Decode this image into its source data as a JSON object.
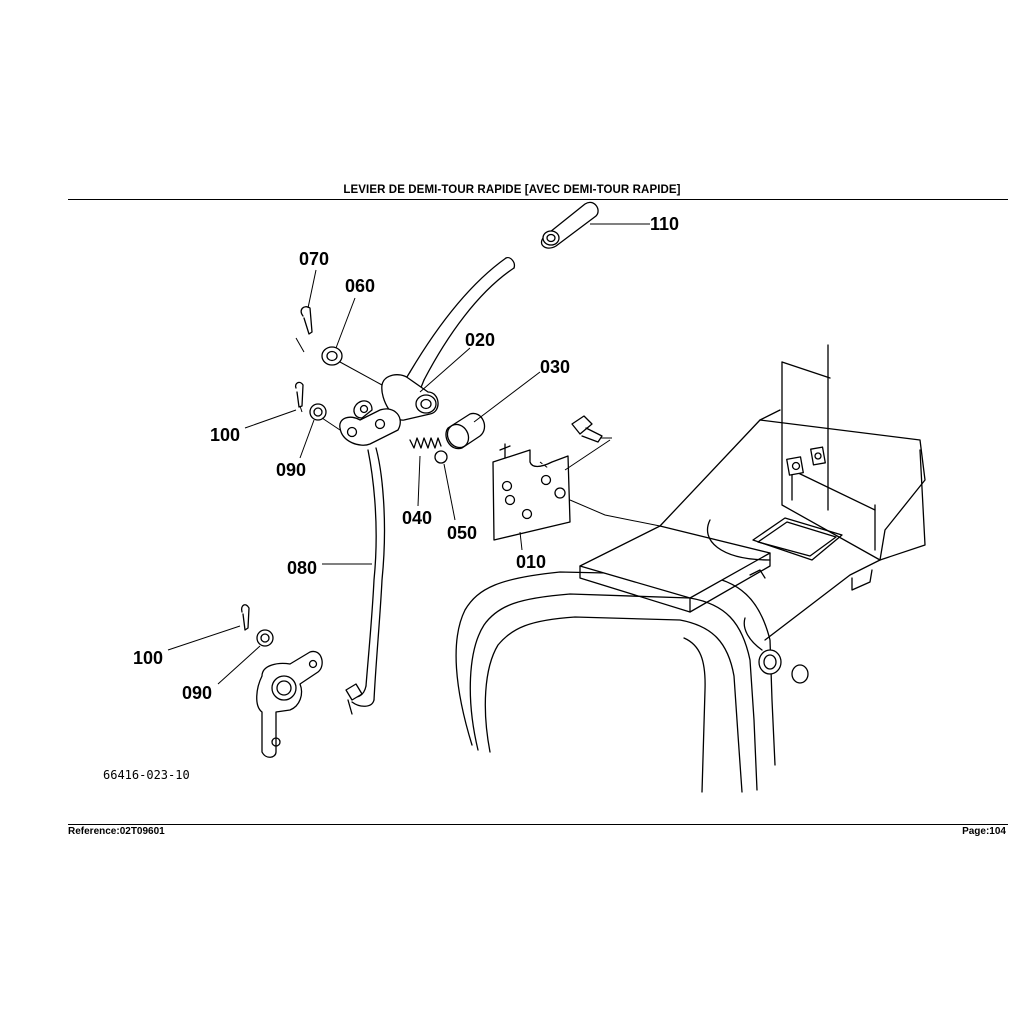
{
  "header": {
    "title": "LEVIER DE DEMI-TOUR RAPIDE   [AVEC DEMI-TOUR RAPIDE]"
  },
  "diagram": {
    "figure_code": "66416-023-10",
    "parts": [
      {
        "id": "p110",
        "label": "110"
      },
      {
        "id": "p070",
        "label": "070"
      },
      {
        "id": "p060",
        "label": "060"
      },
      {
        "id": "p020",
        "label": "020"
      },
      {
        "id": "p030",
        "label": "030"
      },
      {
        "id": "p100a",
        "label": "100"
      },
      {
        "id": "p090a",
        "label": "090"
      },
      {
        "id": "p040",
        "label": "040"
      },
      {
        "id": "p050",
        "label": "050"
      },
      {
        "id": "p010",
        "label": "010"
      },
      {
        "id": "p080",
        "label": "080"
      },
      {
        "id": "p100b",
        "label": "100"
      },
      {
        "id": "p090b",
        "label": "090"
      }
    ]
  },
  "footer": {
    "reference": "Reference:02T09601",
    "page": "Page:104"
  }
}
